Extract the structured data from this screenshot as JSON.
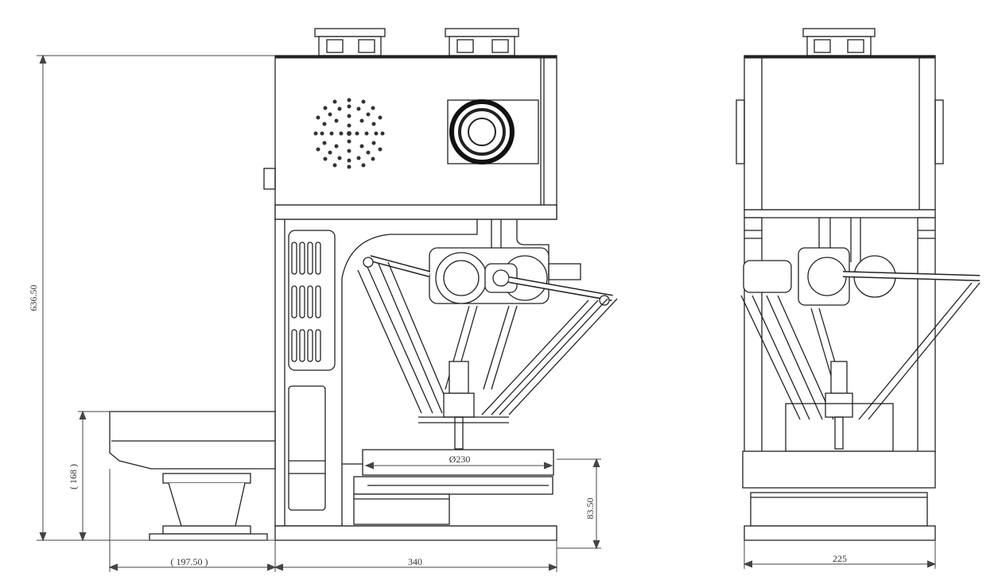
{
  "dimensions": {
    "overall_height": "636.50",
    "tray_height": "( 168 )",
    "tray_width": "( 197.50 )",
    "body_width": "340",
    "stage_height": "83.50",
    "stage_diameter": "Ø230",
    "side_width": "225"
  },
  "colors": {
    "line": "#222222",
    "fill": "#ffffff",
    "dim_line": "#444444"
  }
}
